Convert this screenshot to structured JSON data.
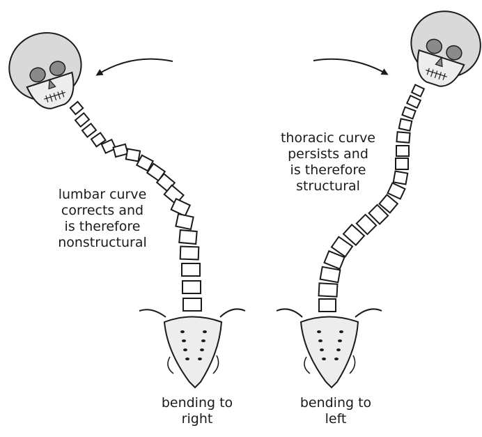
{
  "labels": {
    "lumbar": [
      "lumbar curve",
      "corrects and",
      "is therefore",
      "nonstructural"
    ],
    "thoracic": [
      "thoracic curve",
      "persists and",
      "is therefore",
      "structural"
    ],
    "bend_right": [
      "bending to",
      "right"
    ],
    "bend_left": [
      "bending to",
      "left"
    ]
  },
  "colors": {
    "ink": "#1a1a1a",
    "bone": "#d9d9d9",
    "bone_light": "#ededed",
    "eye_socket": "#8a8a8a"
  }
}
